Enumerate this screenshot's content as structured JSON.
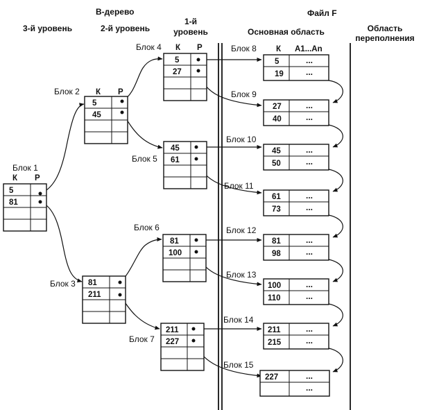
{
  "headings": {
    "btree": "B-дерево",
    "file": "Файл F",
    "level3": "3-й уровень",
    "level2": "2-й уровень",
    "level1_line1": "1-й",
    "level1_line2": "уровень",
    "main_area": "Основная область",
    "overflow_line1": "Область",
    "overflow_line2": "переполнения"
  },
  "columns": {
    "key": "К",
    "pointer": "Р",
    "attrs": "А1...Аn"
  },
  "index_blocks": [
    {
      "id": "b1",
      "label": "Блок 1",
      "keys": [
        "5",
        "81"
      ],
      "show_header": true
    },
    {
      "id": "b2",
      "label": "Блок 2",
      "keys": [
        "5",
        "45"
      ],
      "show_header": true
    },
    {
      "id": "b3",
      "label": "Блок 3",
      "keys": [
        "81",
        "211"
      ],
      "show_header": false
    },
    {
      "id": "b4",
      "label": "Блок 4",
      "keys": [
        "5",
        "27"
      ],
      "show_header": true
    },
    {
      "id": "b5",
      "label": "Блок 5",
      "keys": [
        "45",
        "61"
      ],
      "show_header": false
    },
    {
      "id": "b6",
      "label": "Блок 6",
      "keys": [
        "81",
        "100"
      ],
      "show_header": false
    },
    {
      "id": "b7",
      "label": "Блок 7",
      "keys": [
        "211",
        "227"
      ],
      "show_header": false
    }
  ],
  "data_blocks": [
    {
      "id": "b8",
      "label": "Блок 8",
      "keys": [
        "5",
        "19"
      ],
      "show_header": true
    },
    {
      "id": "b9",
      "label": "Блок 9",
      "keys": [
        "27",
        "40"
      ]
    },
    {
      "id": "b10",
      "label": "Блок 10",
      "keys": [
        "45",
        "50"
      ]
    },
    {
      "id": "b11",
      "label": "Блок 11",
      "keys": [
        "61",
        "73"
      ]
    },
    {
      "id": "b12",
      "label": "Блок 12",
      "keys": [
        "81",
        "98"
      ]
    },
    {
      "id": "b13",
      "label": "Блок 13",
      "keys": [
        "100",
        "110"
      ]
    },
    {
      "id": "b14",
      "label": "Блок 14",
      "keys": [
        "211",
        "215"
      ]
    },
    {
      "id": "b15",
      "label": "Блок 15",
      "keys": [
        "227"
      ]
    }
  ],
  "dots": "..."
}
